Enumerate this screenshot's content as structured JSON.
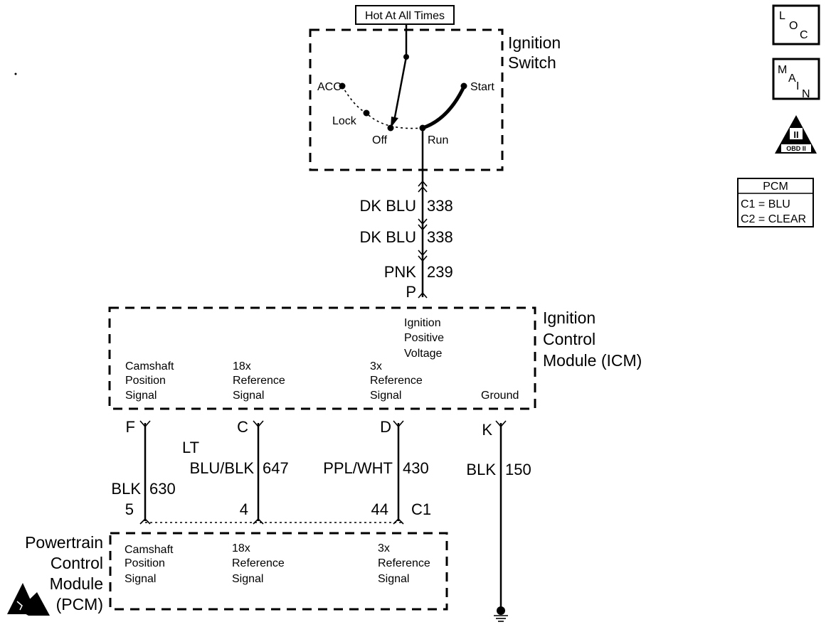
{
  "power_source": "Hot At All Times",
  "ignition_switch": {
    "title_lines": [
      "Ignition",
      "Switch"
    ],
    "positions": {
      "acc": "ACC",
      "lock": "Lock",
      "off": "Off",
      "run": "Run",
      "start": "Start"
    }
  },
  "upper_wires": [
    {
      "color": "DK BLU",
      "circuit": "338"
    },
    {
      "color": "DK BLU",
      "circuit": "338"
    },
    {
      "color": "PNK",
      "circuit": "239"
    }
  ],
  "icm_input_terminal": "P",
  "icm": {
    "title_lines": [
      "Ignition",
      "Control",
      "Module (ICM)"
    ],
    "ignition_positive": [
      "Ignition",
      "Positive",
      "Voltage"
    ],
    "signals": [
      [
        "Camshaft",
        "Position",
        "Signal"
      ],
      [
        "18x",
        "Reference",
        "Signal"
      ],
      [
        "3x",
        "Reference",
        "Signal"
      ]
    ],
    "ground": "Ground"
  },
  "lower_wires": [
    {
      "terminal": "F",
      "color_lines": [
        "BLK"
      ],
      "circuit": "630",
      "pin": "5"
    },
    {
      "terminal": "C",
      "color_lines": [
        "LT",
        "BLU/BLK"
      ],
      "circuit": "647",
      "pin": "4"
    },
    {
      "terminal": "D",
      "color_lines": [
        "PPL/WHT"
      ],
      "circuit": "430",
      "pin": "44"
    },
    {
      "terminal": "K",
      "color_lines": [
        "BLK"
      ],
      "circuit": "150"
    }
  ],
  "connector": "C1",
  "pcm": {
    "title_lines": [
      "Powertrain",
      "Control",
      "Module",
      "(PCM)"
    ],
    "signals": [
      [
        "Camshaft",
        "Position",
        "Signal"
      ],
      [
        "18x",
        "Reference",
        "Signal"
      ],
      [
        "3x",
        "Reference",
        "Signal"
      ]
    ]
  },
  "side_icons": {
    "loc": [
      "L",
      "O",
      "C"
    ],
    "main": [
      "M",
      "A",
      "I",
      "N"
    ],
    "obd": {
      "numeral": "II",
      "text": "OBD II"
    }
  },
  "pcm_connectors": {
    "title": "PCM",
    "rows": [
      "C1 = BLU",
      "C2 = CLEAR"
    ]
  },
  "esd_icon": "esd-sensitive-icon"
}
